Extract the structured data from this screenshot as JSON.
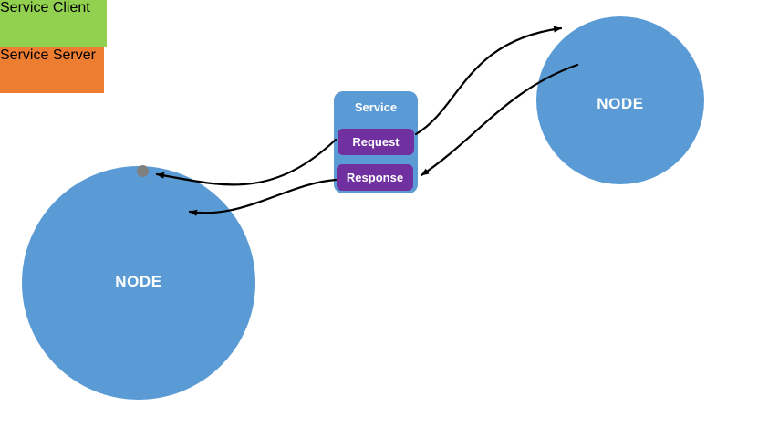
{
  "diagram": {
    "left_node": {
      "label": "NODE"
    },
    "right_node": {
      "label": "NODE"
    },
    "service_client": {
      "line1": "Service",
      "line2": "Client"
    },
    "service_server": {
      "line1": "Service",
      "line2": "Server"
    },
    "service_box": {
      "label": "Service"
    },
    "request": {
      "label": "Request"
    },
    "response": {
      "label": "Response"
    }
  },
  "colors": {
    "node_fill": "#5B9BD5",
    "client_fill": "#92D050",
    "server_fill": "#ED7D31",
    "message_fill": "#7030A0",
    "arrow_stroke": "#000000",
    "dot_fill": "#7f7f7f",
    "label_text": "#ffffff"
  }
}
